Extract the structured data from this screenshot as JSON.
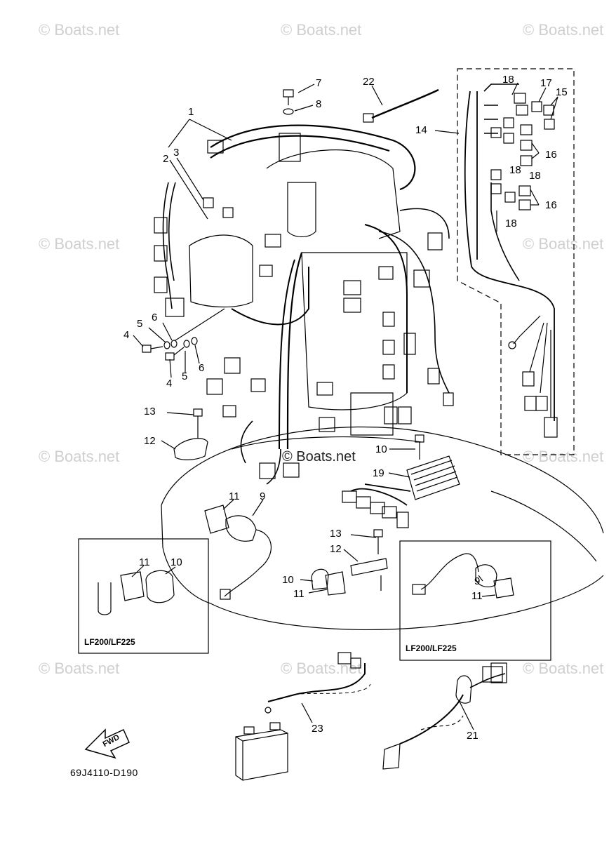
{
  "watermark_text": "© Boats.net",
  "center_watermark": "© Boats.net",
  "callouts": [
    "1",
    "2",
    "3",
    "4",
    "5",
    "6",
    "7",
    "8",
    "9",
    "10",
    "11",
    "12",
    "13",
    "14",
    "15",
    "16",
    "17",
    "18",
    "19",
    "21",
    "22",
    "23"
  ],
  "inset_left": {
    "title": "LF200/LF225",
    "labels": [
      "11",
      "10"
    ]
  },
  "inset_right": {
    "title": "LF200/LF225",
    "labels": [
      "9",
      "11"
    ]
  },
  "fwd_label": "FWD",
  "diagram_code": "69J4110-D190"
}
